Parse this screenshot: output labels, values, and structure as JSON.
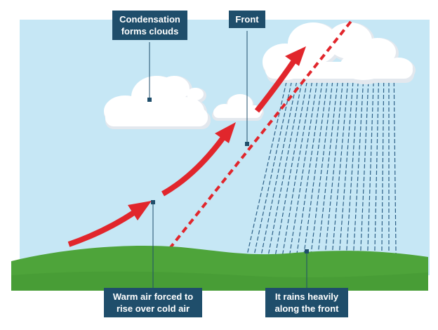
{
  "labels": {
    "condensation": {
      "line1": "Condensation",
      "line2": "forms clouds"
    },
    "front": {
      "line1": "Front"
    },
    "warm_air": {
      "line1": "Warm air forced to",
      "line2": "rise over cold air"
    },
    "rain": {
      "line1": "It rains heavily",
      "line2": "along the front"
    }
  },
  "colors": {
    "sky": "#c6e7f5",
    "ground": "#4ea43a",
    "ground_dark": "#3f9230",
    "arrow": "#e1262c",
    "front_line": "#e1262c",
    "rain": "#2c5f86",
    "label_bg": "#1f4e6b",
    "label_text": "#ffffff",
    "cloud": "#ffffff",
    "cloud_shade": "#e3e8ee"
  }
}
